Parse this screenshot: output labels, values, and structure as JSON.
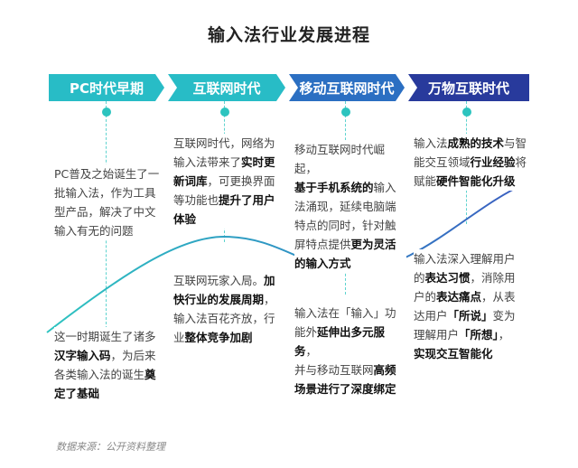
{
  "title": "输入法行业发展进程",
  "source": "数据来源：公开资料整理",
  "colors": {
    "teal": "#28bcc6",
    "blue": "#2b6fc2",
    "navy": "#283a9c",
    "curve_start": "#2ec4c0",
    "curve_end": "#3a5cc0"
  },
  "eras": [
    {
      "label": "PC时代早期"
    },
    {
      "label": "互联网时代"
    },
    {
      "label": "移动互联网时代"
    },
    {
      "label": "万物互联时代"
    }
  ],
  "blocks": {
    "pc_top": {
      "lines": [
        [
          {
            "t": "PC普及之始诞生了一"
          }
        ],
        [
          {
            "t": "批输入法，作为工具"
          }
        ],
        [
          {
            "t": "型产品，解决了中文"
          }
        ],
        [
          {
            "t": "输入有无的问题"
          }
        ]
      ]
    },
    "pc_bottom": {
      "lines": [
        [
          {
            "t": "这一时期诞生了诸多"
          }
        ],
        [
          {
            "t": "汉字输入码",
            "b": true
          },
          {
            "t": "，为后来"
          }
        ],
        [
          {
            "t": "各类输入法的诞生"
          },
          {
            "t": "奠",
            "b": true
          }
        ],
        [
          {
            "t": "定了基础",
            "b": true
          }
        ]
      ]
    },
    "net_top": {
      "lines": [
        [
          {
            "t": "互联网时代，网络为"
          }
        ],
        [
          {
            "t": "输入法带来了"
          },
          {
            "t": "实时更",
            "b": true
          }
        ],
        [
          {
            "t": "新词库",
            "b": true
          },
          {
            "t": "，可更换界面"
          }
        ],
        [
          {
            "t": "等功能也"
          },
          {
            "t": "提升了用户",
            "b": true
          }
        ],
        [
          {
            "t": "体验",
            "b": true
          }
        ]
      ]
    },
    "net_bottom": {
      "lines": [
        [
          {
            "t": "互联网玩家入局。"
          },
          {
            "t": "加",
            "b": true
          }
        ],
        [
          {
            "t": "快行业的发展周期",
            "b": true
          },
          {
            "t": "，"
          }
        ],
        [
          {
            "t": "输入法百花齐放，行"
          }
        ],
        [
          {
            "t": "业"
          },
          {
            "t": "整体竞争加剧",
            "b": true
          }
        ]
      ]
    },
    "mobile_top": {
      "lines": [
        [
          {
            "t": "移动互联网时代崛起，"
          }
        ],
        [
          {
            "t": "基于手机系统的",
            "b": true
          },
          {
            "t": "输入"
          }
        ],
        [
          {
            "t": "法涌现，延续电脑端"
          }
        ],
        [
          {
            "t": "特点的同时，针对触"
          }
        ],
        [
          {
            "t": "屏特点提供"
          },
          {
            "t": "更为灵活",
            "b": true
          }
        ],
        [
          {
            "t": "的输入方式",
            "b": true
          }
        ]
      ]
    },
    "mobile_bottom": {
      "lines": [
        [
          {
            "t": "输入法在「输入」功"
          }
        ],
        [
          {
            "t": "能外"
          },
          {
            "t": "延伸出多元服务",
            "b": true
          },
          {
            "t": "，"
          }
        ],
        [
          {
            "t": "并与移动互联网"
          },
          {
            "t": "高频",
            "b": true
          }
        ],
        [
          {
            "t": "场景进行了深度绑定",
            "b": true
          }
        ]
      ]
    },
    "iot_top": {
      "lines": [
        [
          {
            "t": "输入法"
          },
          {
            "t": "成熟的技术",
            "b": true
          },
          {
            "t": "与智"
          }
        ],
        [
          {
            "t": "能交互领域"
          },
          {
            "t": "行业经验",
            "b": true
          },
          {
            "t": "将"
          }
        ],
        [
          {
            "t": "赋能"
          },
          {
            "t": "硬件智能化升级",
            "b": true
          }
        ]
      ]
    },
    "iot_bottom": {
      "lines": [
        [
          {
            "t": "输入法深入理解用户"
          }
        ],
        [
          {
            "t": "的"
          },
          {
            "t": "表达习惯",
            "b": true
          },
          {
            "t": "，消除用"
          }
        ],
        [
          {
            "t": "户的"
          },
          {
            "t": "表达痛点",
            "b": true
          },
          {
            "t": "，从表"
          }
        ],
        [
          {
            "t": "达用户"
          },
          {
            "t": "「所说」",
            "b": true
          },
          {
            "t": "变为"
          }
        ],
        [
          {
            "t": "理解用户"
          },
          {
            "t": "「所想」",
            "b": true
          },
          {
            "t": "，"
          }
        ],
        [
          {
            "t": "实现交互智能化",
            "b": true
          }
        ]
      ]
    }
  }
}
